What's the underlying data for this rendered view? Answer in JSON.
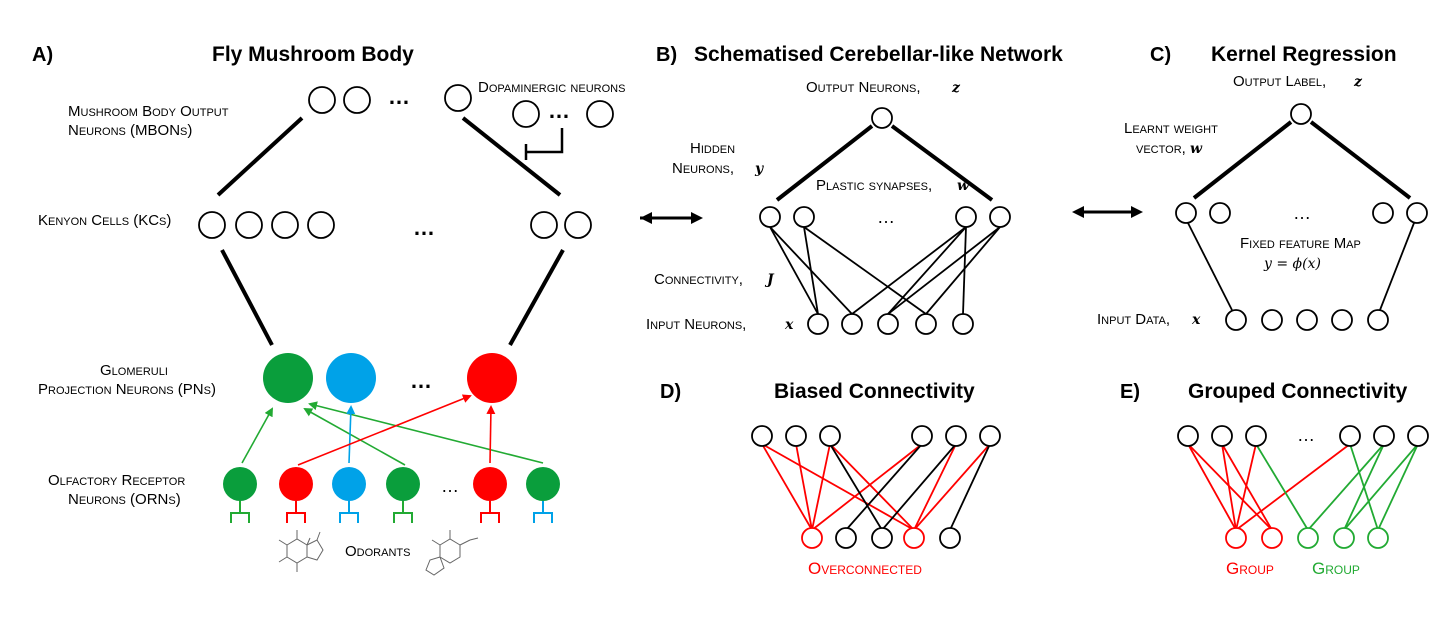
{
  "panels": {
    "a": {
      "letter": "A)",
      "title": "Fly Mushroom Body",
      "mbon_label_1": "Mushroom Body Output",
      "mbon_label_2": "Neurons (MBONs)",
      "dopamine_label": "Dopaminergic neurons",
      "kc_label": "Kenyon Cells (KCs)",
      "pn_label_1": "Glomeruli",
      "pn_label_2": "Projection Neurons (PNs)",
      "orn_label_1": "Olfactory Receptor",
      "orn_label_2": "Neurons (ORNs)",
      "odorants_label": "Odorants",
      "ellipsis": "…"
    },
    "b": {
      "letter": "B)",
      "title": "Schematised Cerebellar-like Network",
      "output_label": "Output Neurons,",
      "output_var": "z",
      "hidden_label_1": "Hidden",
      "hidden_label_2": "Neurons,",
      "hidden_var": "y",
      "plastic_label": "Plastic synapses,",
      "plastic_var": "w",
      "connectivity_label": "Connectivity,",
      "connectivity_var": "J",
      "input_label": "Input Neurons,",
      "input_var": "x",
      "ellipsis": "…"
    },
    "c": {
      "letter": "C)",
      "title": "Kernel Regression",
      "output_label": "Output Label,",
      "output_var": "z",
      "weight_label_1": "Learnt weight",
      "weight_label_2": "vector,",
      "weight_var": "w",
      "feature_label": "Fixed feature Map",
      "feature_eq": "y = ϕ(x)",
      "input_label": "Input Data,",
      "input_var": "x",
      "ellipsis": "…"
    },
    "d": {
      "letter": "D)",
      "title": "Biased Connectivity",
      "overconnected_label": "Overconnected"
    },
    "e": {
      "letter": "E)",
      "title": "Grouped Connectivity",
      "group_red_label": "Group",
      "group_green_label": "Group",
      "ellipsis": "…"
    }
  },
  "colors": {
    "green": "#0a9e3c",
    "blue": "#00a2e8",
    "red": "#ff0000",
    "line_green": "#22aa33",
    "black": "#000000"
  },
  "icons": {
    "odorant_molecule_left": "caffeine-molecule-icon",
    "odorant_molecule_right": "guanine-molecule-icon",
    "receptor": "receptor-fork-icon",
    "inhibition": "inhibitory-synapse-icon"
  }
}
